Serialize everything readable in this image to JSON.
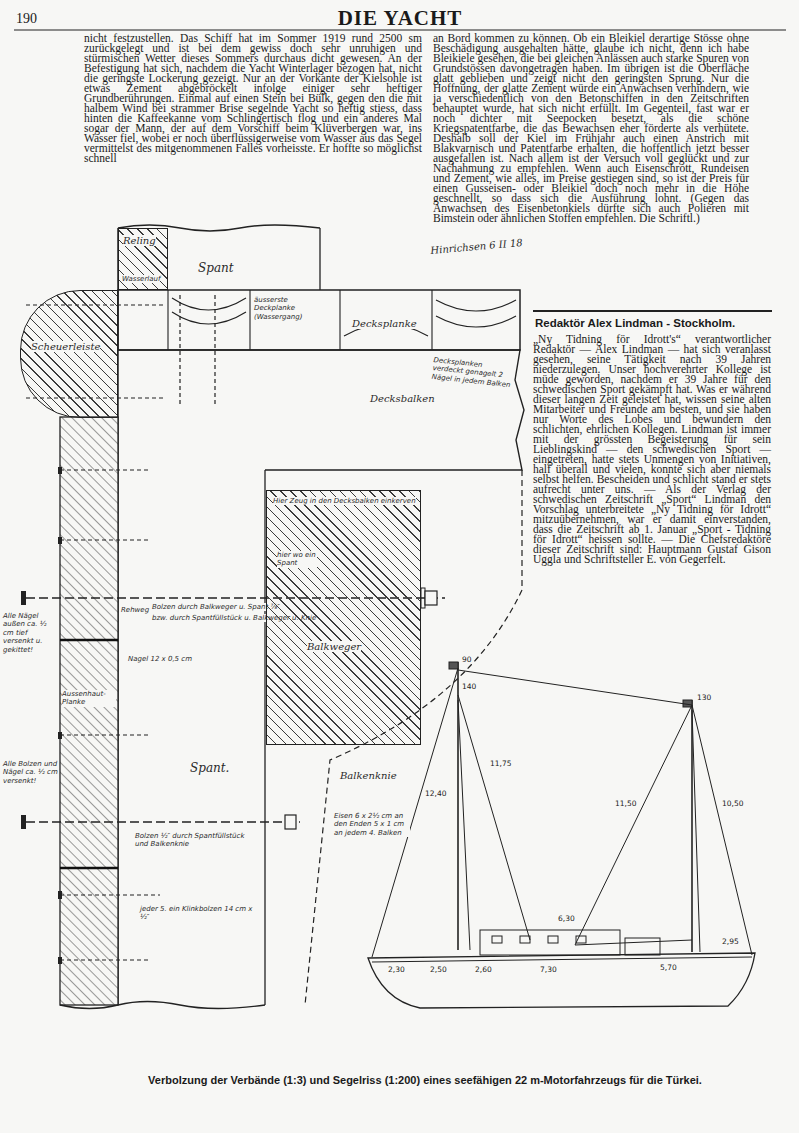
{
  "diagram": {
    "title": "DIE YACHT",
    "caption": "Verbolzung der Verbände (1:3) und Segelriss (1:200) eines seefähigen 22 m-Motorfahrzeugs für die Türkei.",
    "nodes": [
      {
        "text": [
          "Reling",
          "Wasserlauf"
        ]
      },
      {
        "text": [
          "Scheuerleiste"
        ]
      },
      {
        "text": [
          "Hier Zeug in den Decksbalken einkerven",
          "hier wo ein Spant",
          "Balkweger"
        ]
      }
    ],
    "labels": [
      "190",
      "nicht festzustellen. Das Schiff hat im Sommer 1919 rund 2500 sm zurückgelegt und ist bei dem gewiss doch sehr unruhigen und stürmischen Wetter dieses Sommers durchaus dicht gewesen. An der Befestigung hat sich, nachdem die Yacht Winterlager bezogen hat, nicht die geringste Lockerung gezeigt. Nur an der Vorkante der Kielsohle ist etwas Zement abgebröckelt infolge einiger sehr heftiger Grundberührungen. Einmal auf einen Stein bei Bülk, gegen den die mit halbem Wind bei strammer Brise segelnde Yacht so heftig stiess, dass hinten die Kaffeekanne vom Schlingertisch flog und ein anderes Mal sogar der Mann, der auf dem Vorschiff beim Klüverbergen war, ins Wasser fiel, wobei er noch überflüssigerweise vom Wasser aus das Segel vermittelst des mitgenommenen Falles vorheisste. Er hoffte so möglichst schnell",
      "an Bord kommen zu können. Ob ein Bleikiel derartige Stösse ohne Beschädigung ausgehalten hätte, glaube ich nicht, denn ich habe Bleikiele gesehen, die bei gleichen Anlässen auch starke Spuren von Grundstössen davongetragen haben. Im übrigen ist die Oberfläche glatt geblieben und zeigt nicht den geringsten Sprung. Nur die Hoffnung, der glatte Zement würde ein Anwachsen verhindern, wie ja verschiedentlich von den Betonschiffen in den Zeitschriften behauptet wurde, hat sich nicht erfüllt. Im Gegenteil, fast war er noch dichter mit Seepocken besetzt, als die schöne Kriegspatentfarbe, die das Bewachsen eher förderte als verhütete. Deshalb soll der Kiel im Frühjahr auch einen Anstrich mit Blakvarnisch und Patentfarbe erhalten, die hoffentlich jetzt besser ausgefallen ist. Nach allem ist der Versuch voll geglückt und zur Nachahmung zu empfehlen. Wenn auch Eisenschrott, Rundeisen und Zement, wie alles, im Preise gestiegen sind, so ist der Preis für einen Gusseisen- oder Bleikiel doch noch mehr in die Höhe geschnellt, so dass sich die Ausführung lohnt. (Gegen das Anwachsen des Eisenbetonkiels dürfte sich auch Polieren mit Bimstein oder ähnlichen Stoffen empfehlen. Die Schriftl.)",
      "Redaktör Alex Lindman - Stockholm.",
      "„Ny Tidning för Idrott's“ verantwortlicher Redaktör — Alex Lindman — hat sich veranlasst gesehen, seine Tätigkeit nach 39 Jahren niederzulegen. Unser hochverehrter Kollege ist müde geworden, nachdem er 39 Jahre für den schwedischen Sport gekämpft hat. Was er während dieser langen Zeit geleistet hat, wissen seine alten Mitarbeiter und Freunde am besten, und sie haben nur Worte des Lobes und bewundern den schlichten, ehrlichen Kollegen. Lindman ist immer mit der grössten Begeisterung für sein Lieblingskind — den schwedischen Sport — eingetreten, hatte stets Unmengen von Initiativen, half überall und vielen, konnte sich aber niemals selbst helfen. Bescheiden und schlicht stand er stets aufrecht unter uns. — Als der Verlag der schwedischen Zeitschrift „Sport“ Lindman den Vorschlag unterbreitete „Ny Tidning för Idrott“ mitzuübernehmen, war er damit einverstanden, dass die Zeitschrift ab 1. Januar „Sport - Tidning för Idrott“ heissen sollte. — Die Chefsredaktöre dieser Zeitschrift sind: Hauptmann Gustaf Gison Uggla und Schriftsteller E. von Gegerfelt.",
      "Spant",
      "Hinrichsen 6 II 18",
      "äusserste Deckplanke (Wassergang)",
      "Decksplanke",
      "Decksplanken verdeckt genagelt 2 Nägel in jedem Balken",
      "Decksbalken",
      "Rehweg",
      "Bolzen durch Balkweger u. Spant ⅞″",
      "bzw. durch Spantfüllstück u. Balkweger u. Knie",
      "Nagel 12 x 0,5 cm",
      "Alle Nägel außen ca. ½ cm tief versenkt u. gekittet!",
      "Aussenhaut-Planke",
      "Spant.",
      "Balkenknie",
      "Alle Bolzen und Nägel ca. ½ cm versenkt!",
      "Bolzen ½″ durch Spantfüllstück und Balkenknie",
      "jeder 5. ein Klinkbolzen 14 cm x ½″",
      "Eisen 6 x 2½ cm an den Enden 5 x 1 cm an jedem 4. Balken",
      "90",
      "140",
      "12,40",
      "11,75",
      "130",
      "11,50",
      "10,50",
      "6,30",
      "2,30",
      "2,50",
      "2,60",
      "2,95",
      "5,70",
      "7,30"
    ]
  }
}
